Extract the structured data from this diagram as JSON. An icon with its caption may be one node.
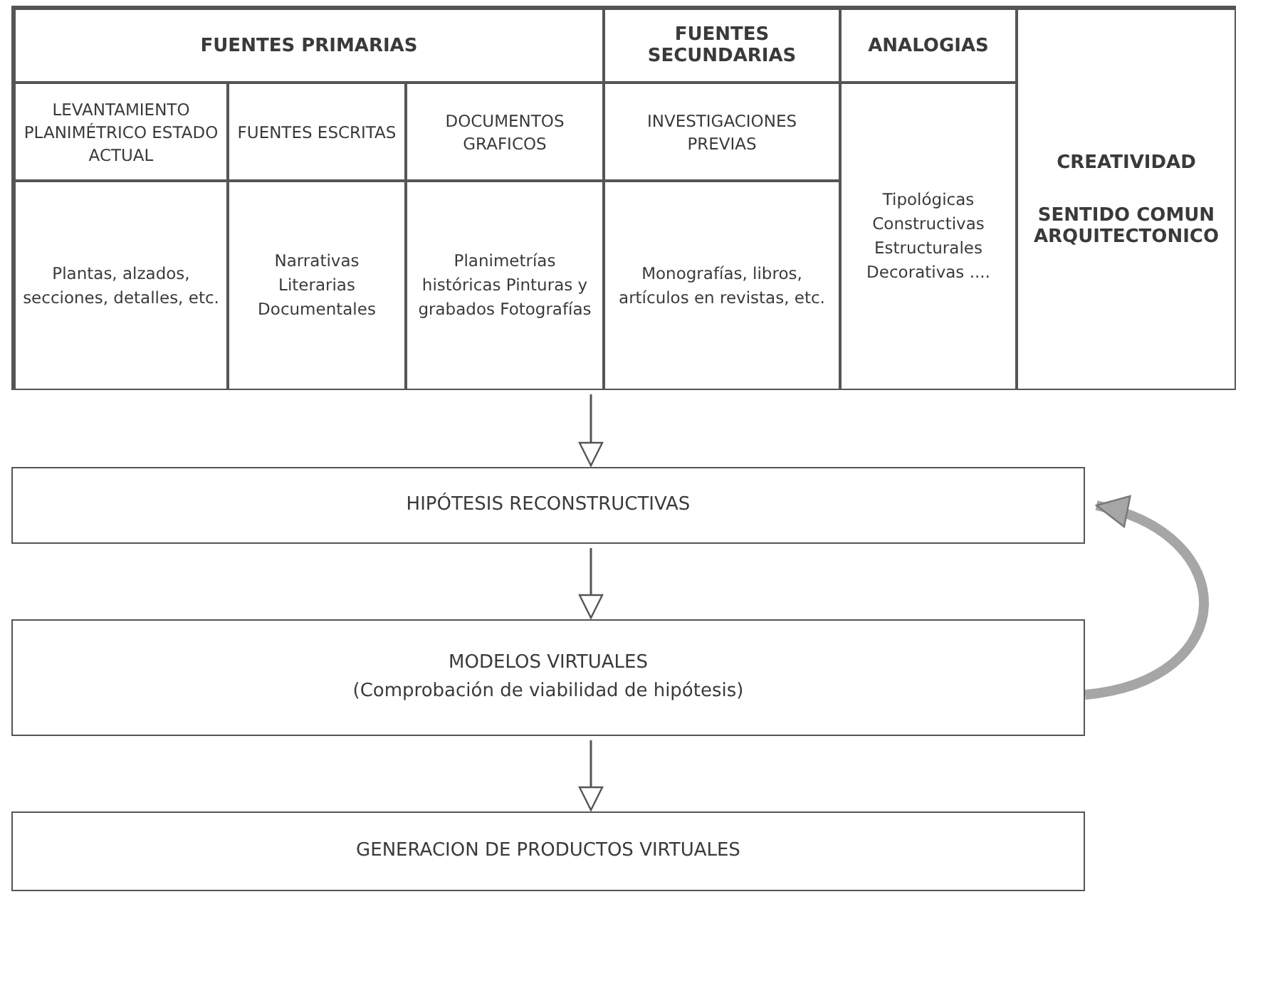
{
  "diagram": {
    "nodes": [
      {
        "text": [],
        "shape": "box"
      },
      {
        "text": [
          "FUENTES PRIMARIAS"
        ],
        "in": 0
      },
      {
        "text": [
          "FUENTES SECUNDARIAS"
        ],
        "in": 0
      },
      {
        "text": [
          "ANALOGIAS"
        ],
        "in": 0
      },
      {
        "text": [
          "CREATIVIDAD",
          "SENTIDO COMUN ARQUITECTONICO"
        ],
        "in": 0
      },
      {
        "text": [
          "LEVANTAMIENTO PLANIMÉTRICO ESTADO ACTUAL"
        ],
        "in": 0
      },
      {
        "text": [
          "FUENTES ESCRITAS"
        ],
        "in": 0
      },
      {
        "text": [
          "DOCUMENTOS GRAFICOS"
        ],
        "in": 0
      },
      {
        "text": [
          "INVESTIGACIONES PREVIAS"
        ],
        "in": 0
      },
      {
        "text": [
          "Tipológicas Constructivas Estructurales Decorativas ...."
        ],
        "in": 0
      },
      {
        "text": [
          "Plantas, alzados, secciones, detalles, etc."
        ],
        "in": 0
      },
      {
        "text": [
          "Narrativas Literarias Documentales"
        ],
        "in": 0
      },
      {
        "text": [
          "Planimetrías históricas Pinturas y grabados Fotografías"
        ],
        "in": 0
      },
      {
        "text": [
          "Monografías, libros, artículos en revistas, etc."
        ],
        "in": 0
      },
      {
        "text": [
          "HIPÓTESIS RECONSTRUCTIVAS"
        ]
      },
      {
        "text": [
          "MODELOS VIRTUALES",
          "(Comprobación de viabilidad de hipótesis)"
        ]
      },
      {
        "text": [
          "GENERACION DE PRODUCTOS VIRTUALES"
        ]
      }
    ],
    "edges": [
      {
        "from": 0,
        "to": 14,
        "arrow": "to"
      },
      {
        "from": 14,
        "to": 15,
        "arrow": "to"
      },
      {
        "from": 15,
        "to": 16,
        "arrow": "to"
      },
      {
        "from": 15,
        "to": 14,
        "arrow": "to",
        "style": "thick",
        "color": "#a6a6a6"
      }
    ]
  }
}
